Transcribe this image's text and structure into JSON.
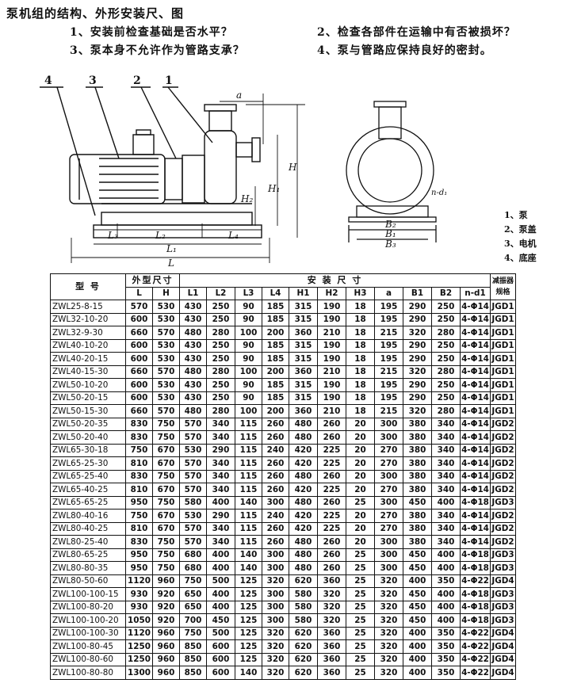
{
  "title": "泵机组的结构、外形安装尺、图",
  "notes": [
    "1、安装前检查基础是否水平？",
    "2、检查各部件在运输中有否被损坏？",
    "3、泵本身不允许作为管路支承？",
    "4、泵与管路应保持良好的密封。"
  ],
  "drawing_labels": {
    "callouts": [
      "4",
      "3",
      "2",
      "1"
    ],
    "dims": {
      "a": "a",
      "H": "H",
      "H1": "H₁",
      "H2": "H₂",
      "L3": "L₃",
      "L2": "L₂",
      "L4": "L₄",
      "L1": "L₁",
      "L": "L",
      "B2": "B₂",
      "B1": "B₁",
      "B3": "B₃",
      "nd1": "n-d₁"
    }
  },
  "legend": [
    "1、泵",
    "2、泵盖",
    "3、电机",
    "4、底座"
  ],
  "table": {
    "group_headers": {
      "model": "型  号",
      "outline": "外型尺寸",
      "install": "安   装   尺   寸",
      "damper": "减振器",
      "spec": "规格"
    },
    "columns": [
      "L",
      "H",
      "L1",
      "L2",
      "L3",
      "L4",
      "H1",
      "H2",
      "H3",
      "a",
      "B1",
      "B2",
      "n-d1"
    ],
    "rows": [
      [
        "ZWL25-8-15",
        "570",
        "530",
        "430",
        "250",
        "90",
        "185",
        "315",
        "190",
        "18",
        "195",
        "290",
        "250",
        "4-Φ14",
        "JGD1"
      ],
      [
        "ZWL32-10-20",
        "600",
        "530",
        "430",
        "250",
        "90",
        "185",
        "315",
        "190",
        "18",
        "195",
        "290",
        "250",
        "4-Φ14",
        "JGD1"
      ],
      [
        "ZWL32-9-30",
        "660",
        "570",
        "480",
        "280",
        "100",
        "200",
        "360",
        "210",
        "18",
        "215",
        "320",
        "280",
        "4-Φ14",
        "JGD1"
      ],
      [
        "ZWL40-10-20",
        "600",
        "530",
        "430",
        "250",
        "90",
        "185",
        "315",
        "190",
        "18",
        "195",
        "290",
        "250",
        "4-Φ14",
        "JGD1"
      ],
      [
        "ZWL40-20-15",
        "600",
        "530",
        "430",
        "250",
        "90",
        "185",
        "315",
        "190",
        "18",
        "195",
        "290",
        "250",
        "4-Φ14",
        "JGD1"
      ],
      [
        "ZWL40-15-30",
        "660",
        "570",
        "480",
        "280",
        "100",
        "200",
        "360",
        "210",
        "18",
        "215",
        "320",
        "280",
        "4-Φ14",
        "JGD1"
      ],
      [
        "ZWL50-10-20",
        "600",
        "530",
        "430",
        "250",
        "90",
        "185",
        "315",
        "190",
        "18",
        "195",
        "290",
        "250",
        "4-Φ14",
        "JGD1"
      ],
      [
        "ZWL50-20-15",
        "600",
        "530",
        "430",
        "250",
        "90",
        "185",
        "315",
        "190",
        "18",
        "195",
        "290",
        "250",
        "4-Φ14",
        "JGD1"
      ],
      [
        "ZWL50-15-30",
        "660",
        "570",
        "480",
        "280",
        "100",
        "200",
        "360",
        "210",
        "18",
        "215",
        "320",
        "280",
        "4-Φ14",
        "JGD1"
      ],
      [
        "ZWL50-20-35",
        "830",
        "750",
        "570",
        "340",
        "115",
        "260",
        "480",
        "260",
        "20",
        "300",
        "380",
        "340",
        "4-Φ14",
        "JGD2"
      ],
      [
        "ZWL50-20-40",
        "830",
        "750",
        "570",
        "340",
        "115",
        "260",
        "480",
        "260",
        "20",
        "300",
        "380",
        "340",
        "4-Φ14",
        "JGD2"
      ],
      [
        "ZWL65-30-18",
        "750",
        "670",
        "530",
        "290",
        "115",
        "240",
        "420",
        "225",
        "20",
        "270",
        "380",
        "340",
        "4-Φ14",
        "JGD2"
      ],
      [
        "ZWL65-25-30",
        "810",
        "670",
        "570",
        "340",
        "115",
        "260",
        "420",
        "225",
        "20",
        "270",
        "380",
        "340",
        "4-Φ14",
        "JGD2"
      ],
      [
        "ZWL65-25-40",
        "830",
        "750",
        "570",
        "340",
        "115",
        "260",
        "480",
        "260",
        "20",
        "300",
        "380",
        "340",
        "4-Φ14",
        "JGD2"
      ],
      [
        "ZWL65-40-25",
        "810",
        "670",
        "570",
        "340",
        "115",
        "260",
        "420",
        "225",
        "20",
        "270",
        "380",
        "340",
        "4-Φ14",
        "JGD2"
      ],
      [
        "ZWL65-65-25",
        "950",
        "750",
        "580",
        "400",
        "140",
        "300",
        "480",
        "260",
        "25",
        "300",
        "450",
        "400",
        "4-Φ18",
        "JGD3"
      ],
      [
        "ZWL80-40-16",
        "750",
        "670",
        "530",
        "290",
        "115",
        "240",
        "420",
        "225",
        "20",
        "270",
        "380",
        "340",
        "4-Φ14",
        "JGD2"
      ],
      [
        "ZWL80-40-25",
        "810",
        "670",
        "570",
        "340",
        "115",
        "260",
        "420",
        "225",
        "20",
        "270",
        "380",
        "340",
        "4-Φ14",
        "JGD2"
      ],
      [
        "ZWL80-25-40",
        "830",
        "750",
        "570",
        "340",
        "115",
        "260",
        "480",
        "260",
        "20",
        "300",
        "380",
        "340",
        "4-Φ14",
        "JGD2"
      ],
      [
        "ZWL80-65-25",
        "950",
        "750",
        "680",
        "400",
        "140",
        "300",
        "480",
        "260",
        "25",
        "300",
        "450",
        "400",
        "4-Φ18",
        "JGD3"
      ],
      [
        "ZWL80-80-35",
        "950",
        "750",
        "680",
        "400",
        "140",
        "300",
        "480",
        "260",
        "25",
        "300",
        "450",
        "400",
        "4-Φ18",
        "JGD3"
      ],
      [
        "ZWL80-50-60",
        "1120",
        "960",
        "750",
        "500",
        "125",
        "320",
        "620",
        "360",
        "25",
        "320",
        "400",
        "350",
        "4-Φ22",
        "JGD4"
      ],
      [
        "ZWL100-100-15",
        "930",
        "920",
        "650",
        "400",
        "125",
        "300",
        "580",
        "320",
        "25",
        "320",
        "450",
        "400",
        "4-Φ18",
        "JGD3"
      ],
      [
        "ZWL100-80-20",
        "930",
        "920",
        "650",
        "400",
        "125",
        "300",
        "580",
        "320",
        "25",
        "320",
        "450",
        "400",
        "4-Φ18",
        "JGD3"
      ],
      [
        "ZWL100-100-20",
        "1050",
        "920",
        "700",
        "450",
        "125",
        "300",
        "580",
        "320",
        "25",
        "320",
        "450",
        "400",
        "4-Φ18",
        "JGD3"
      ],
      [
        "ZWL100-100-30",
        "1120",
        "960",
        "750",
        "500",
        "125",
        "320",
        "620",
        "360",
        "25",
        "320",
        "400",
        "350",
        "4-Φ22",
        "JGD4"
      ],
      [
        "ZWL100-80-45",
        "1250",
        "960",
        "850",
        "600",
        "125",
        "320",
        "620",
        "360",
        "25",
        "320",
        "400",
        "350",
        "4-Φ22",
        "JGD4"
      ],
      [
        "ZWL100-80-60",
        "1250",
        "960",
        "850",
        "600",
        "125",
        "320",
        "620",
        "360",
        "25",
        "320",
        "400",
        "350",
        "4-Φ22",
        "JGD4"
      ],
      [
        "ZWL100-80-80",
        "1300",
        "960",
        "850",
        "600",
        "140",
        "320",
        "620",
        "360",
        "25",
        "320",
        "400",
        "350",
        "4-Φ22",
        "JGD4"
      ]
    ]
  }
}
